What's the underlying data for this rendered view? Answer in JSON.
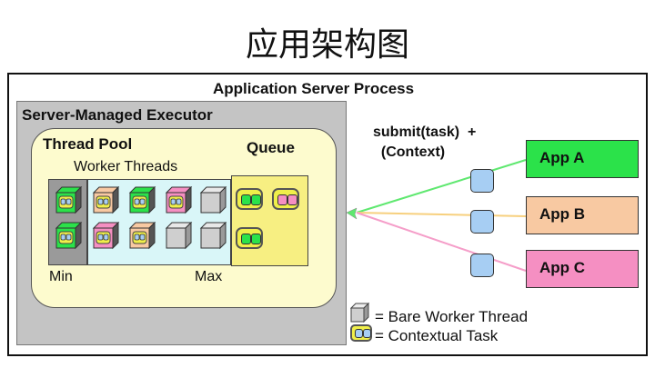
{
  "slide_title": "应用架构图",
  "outer_title": "Application Server Process",
  "executor_title": "Server-Managed Executor",
  "pool_title": "Thread Pool",
  "queue_title": "Queue",
  "workers_title": "Worker Threads",
  "min_label": "Min",
  "max_label": "Max",
  "submit_label": {
    "line1": "submit(task)  +",
    "line2": "  (Context)"
  },
  "apps": [
    {
      "label": "App A",
      "color": "#2be24a",
      "arrow_color": "#5fe870"
    },
    {
      "label": "App B",
      "color": "#f8c9a2",
      "arrow_color": "#f7d07e"
    },
    {
      "label": "App C",
      "color": "#f58fc2",
      "arrow_color": "#f59ec9"
    }
  ],
  "legend": {
    "bare": "= Bare Worker Thread",
    "contextual": "= Contextual Task"
  },
  "colors": {
    "executor_bg": "#c4c4c4",
    "pool_bg": "#fdfbce",
    "worker_area_bg": "#d9f6f8",
    "queue_bg": "#f7ef82",
    "context_square": "#a7cef3",
    "task_yellow": "#f0ef4a",
    "bare_gray": "#cfcfcf"
  },
  "worker_threads": [
    {
      "kind": "context",
      "color": "#2be24a"
    },
    {
      "kind": "context",
      "color": "#f8c9a2"
    },
    {
      "kind": "context",
      "color": "#2be24a"
    },
    {
      "kind": "context",
      "color": "#f58fc2"
    },
    {
      "kind": "bare",
      "color": "#cfcfcf"
    },
    {
      "kind": "context",
      "color": "#2be24a"
    },
    {
      "kind": "context",
      "color": "#f58fc2"
    },
    {
      "kind": "context",
      "color": "#f8c9a2"
    },
    {
      "kind": "bare",
      "color": "#cfcfcf"
    },
    {
      "kind": "bare",
      "color": "#cfcfcf"
    }
  ],
  "queue_tasks": [
    {
      "colors": [
        "#2be24a",
        "#2be24a"
      ]
    },
    {
      "colors": [
        "#f58fc2",
        "#f58fc2"
      ]
    },
    {
      "colors": [
        "#2be24a",
        "#2be24a"
      ]
    }
  ]
}
